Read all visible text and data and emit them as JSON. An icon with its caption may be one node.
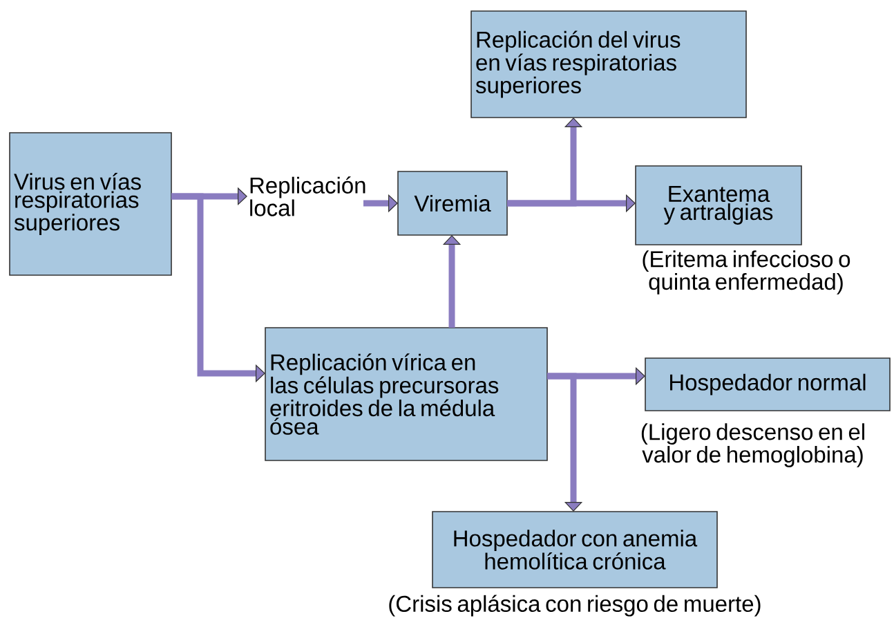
{
  "diagram": {
    "nodes": [
      {
        "text": [
          "Virus en vías respiratorias superiores"
        ]
      },
      {
        "text": [
          "Replicación local"
        ]
      },
      {
        "text": [
          "Viremia"
        ]
      },
      {
        "text": [
          "Replicación del virus en vías respiratorias superiores"
        ]
      },
      {
        "text": [
          "Exantema y artralgias"
        ],
        "beside": [
          "(Eritema infeccioso o quinta enfermedad)"
        ]
      },
      {
        "text": [
          "Replicación vírica en las células precursoras eritroides de la médula ósea"
        ]
      },
      {
        "text": [
          "Hospedador normal"
        ],
        "beside": [
          "(Ligero descenso en el valor de hemoglobina)"
        ]
      },
      {
        "text": [
          "Hospedador con anemia hemolítica crónica"
        ],
        "beside": [
          "(Crisis aplásica con riesgo de muerte)"
        ]
      }
    ],
    "edges": [
      {
        "from": 0,
        "to": 1,
        "arrow": "to"
      },
      {
        "from": 0,
        "to": 5,
        "arrow": "to"
      },
      {
        "from": 1,
        "to": 2,
        "arrow": "to"
      },
      {
        "from": 5,
        "to": 2,
        "arrow": "to"
      },
      {
        "from": 2,
        "to": 3,
        "arrow": "to"
      },
      {
        "from": 2,
        "to": 4,
        "arrow": "to"
      },
      {
        "from": 5,
        "to": 6,
        "arrow": "to"
      },
      {
        "from": 5,
        "to": 7,
        "arrow": "to"
      }
    ]
  }
}
